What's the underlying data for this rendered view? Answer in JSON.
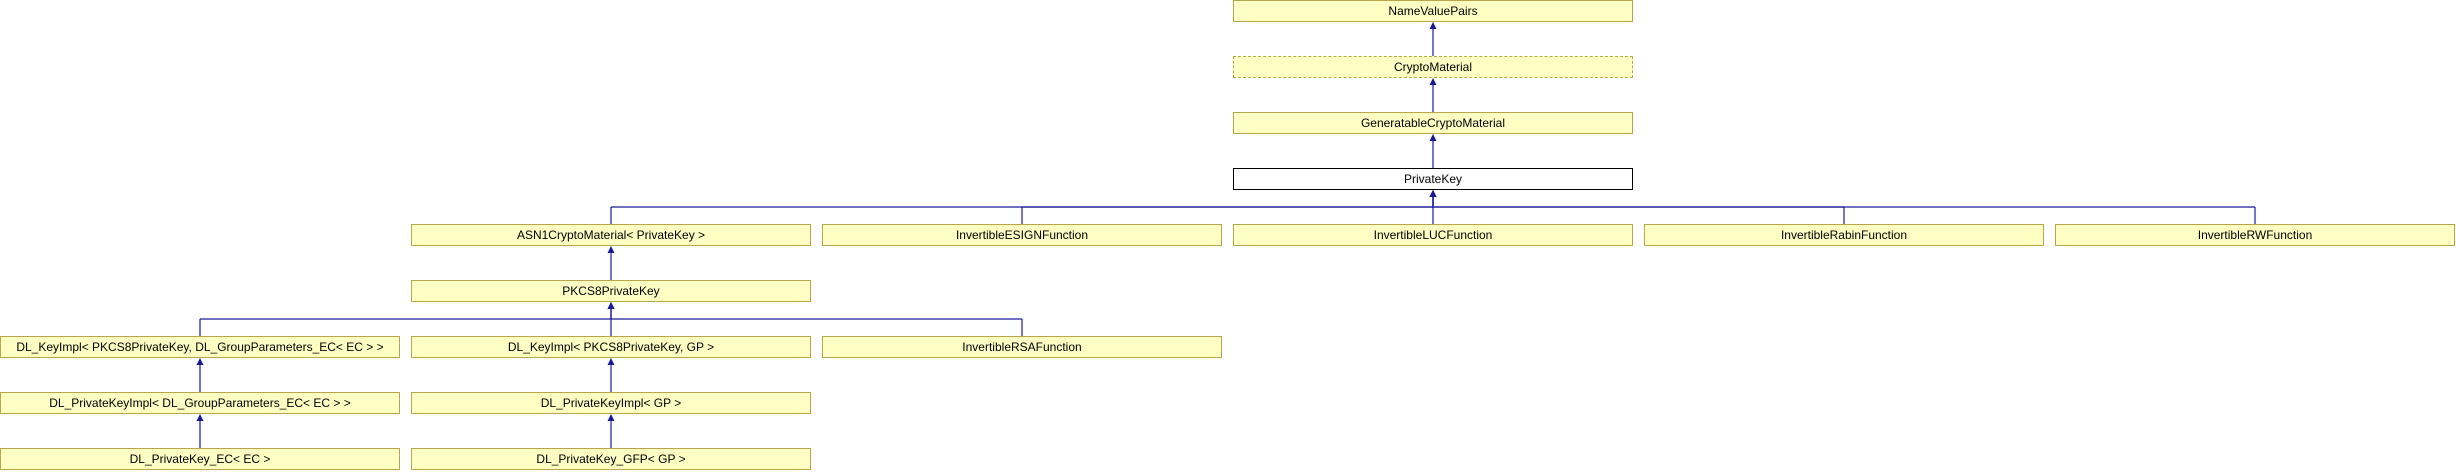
{
  "diagram": {
    "nodes": {
      "name_value_pairs": "NameValuePairs",
      "crypto_material": "CryptoMaterial",
      "generatable_crypto_material": "GeneratableCryptoMaterial",
      "private_key": "PrivateKey",
      "asn1_crypto_material": "ASN1CryptoMaterial< PrivateKey >",
      "invertible_esign_function": "InvertibleESIGNFunction",
      "invertible_luc_function": "InvertibleLUCFunction",
      "invertible_rabin_function": "InvertibleRabinFunction",
      "invertible_rw_function": "InvertibleRWFunction",
      "pkcs8_private_key": "PKCS8PrivateKey",
      "dl_key_impl_ec": "DL_KeyImpl< PKCS8PrivateKey, DL_GroupParameters_EC< EC > >",
      "dl_key_impl_gp": "DL_KeyImpl< PKCS8PrivateKey, GP >",
      "invertible_rsa_function": "InvertibleRSAFunction",
      "dl_private_key_impl_ec": "DL_PrivateKeyImpl< DL_GroupParameters_EC< EC > >",
      "dl_private_key_impl_gp": "DL_PrivateKeyImpl< GP >",
      "dl_private_key_ec": "DL_PrivateKey_EC< EC >",
      "dl_private_key_gfp": "DL_PrivateKey_GFP< GP >"
    },
    "edges": [
      [
        "crypto_material",
        "name_value_pairs"
      ],
      [
        "generatable_crypto_material",
        "crypto_material"
      ],
      [
        "private_key",
        "generatable_crypto_material"
      ],
      [
        "asn1_crypto_material",
        "private_key"
      ],
      [
        "invertible_esign_function",
        "private_key"
      ],
      [
        "invertible_luc_function",
        "private_key"
      ],
      [
        "invertible_rabin_function",
        "private_key"
      ],
      [
        "invertible_rw_function",
        "private_key"
      ],
      [
        "pkcs8_private_key",
        "asn1_crypto_material"
      ],
      [
        "dl_key_impl_ec",
        "pkcs8_private_key"
      ],
      [
        "dl_key_impl_gp",
        "pkcs8_private_key"
      ],
      [
        "invertible_rsa_function",
        "pkcs8_private_key"
      ],
      [
        "dl_private_key_impl_ec",
        "dl_key_impl_ec"
      ],
      [
        "dl_private_key_impl_gp",
        "dl_key_impl_gp"
      ],
      [
        "dl_private_key_ec",
        "dl_private_key_impl_ec"
      ],
      [
        "dl_private_key_gfp",
        "dl_private_key_impl_gp"
      ]
    ]
  }
}
